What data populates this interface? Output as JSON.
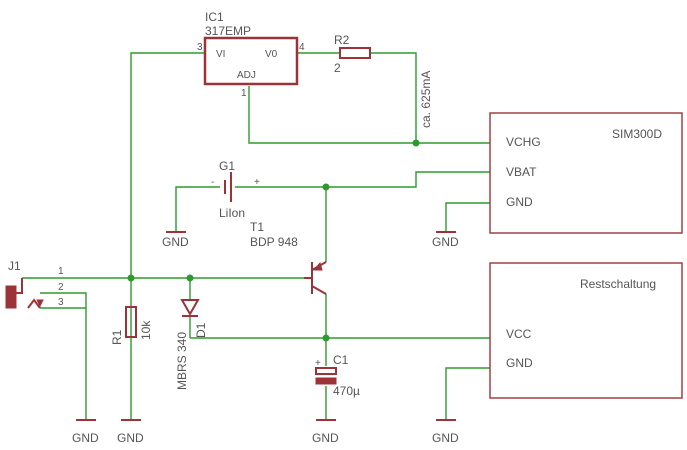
{
  "ic1": {
    "ref": "IC1",
    "value": "317EMP",
    "pin_vi": "VI",
    "pin_vo": "V0",
    "pin_adj": "ADJ",
    "pin_num_vi": "3",
    "pin_num_vo": "4",
    "pin_num_adj": "1"
  },
  "r2": {
    "ref": "R2",
    "value": "2",
    "current_note": "ca. 625mA"
  },
  "sim": {
    "title": "SIM300D",
    "pin_vchg": "VCHG",
    "pin_vbat": "VBAT",
    "pin_gnd": "GND"
  },
  "g1": {
    "ref": "G1",
    "value": "LiIon",
    "minus": "-",
    "plus": "+"
  },
  "t1": {
    "ref": "T1",
    "value": "BDP 948"
  },
  "j1": {
    "ref": "J1",
    "pin1": "1",
    "pin2": "2",
    "pin3": "3"
  },
  "r1": {
    "ref": "R1",
    "value": "10k"
  },
  "d1": {
    "ref": "D1",
    "value": "MBRS 340"
  },
  "c1": {
    "ref": "C1",
    "value": "470µ",
    "plus": "+"
  },
  "rest": {
    "title": "Restschaltung",
    "pin_vcc": "VCC",
    "pin_gnd": "GND"
  },
  "gnd_labels": {
    "g1": "GND",
    "sim": "GND",
    "j1": "GND",
    "r1": "GND",
    "c1": "GND",
    "rest": "GND"
  }
}
